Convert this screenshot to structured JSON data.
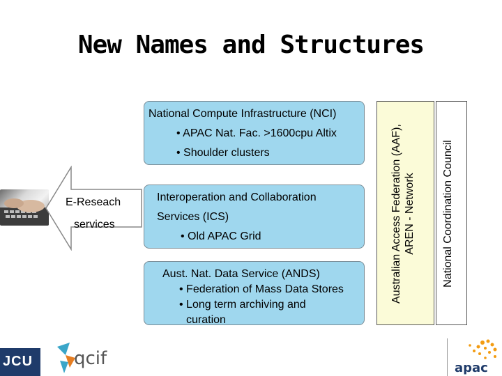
{
  "title": "New Names and Structures",
  "nci": {
    "heading": "National Compute Infrastructure (NCI)",
    "bullets": [
      "• APAC Nat. Fac. >1600cpu Altix",
      "• Shoulder clusters"
    ]
  },
  "ics": {
    "heading_line1": "Interoperation and Collaboration",
    "heading_line2": "Services (ICS)",
    "bullets": [
      "• Old APAC Grid"
    ]
  },
  "ands": {
    "heading": "Aust. Nat. Data Service (ANDS)",
    "bullets": [
      "• Federation of Mass Data Stores",
      "• Long term archiving and",
      "curation"
    ]
  },
  "aaf_band": {
    "line1": "Australian Access Federation (AAF),",
    "line2": "AREN - Network"
  },
  "ncc_band": {
    "label": "National Coordination Council"
  },
  "arrow": {
    "line1": "E-Reseach",
    "line2": "services"
  },
  "logos": {
    "jcu": "JCU",
    "qcif": "qcif",
    "apac": "apac"
  },
  "colors": {
    "box_fill": "#9fd7ee",
    "band_fill": "#fbfbd8",
    "apac_dots": "#f39c12",
    "qcif_accent": "#3aa6c9"
  }
}
